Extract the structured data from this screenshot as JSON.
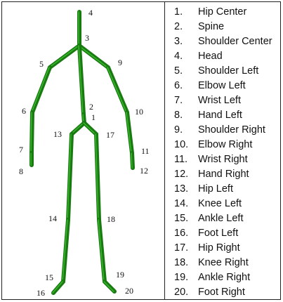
{
  "skeleton": {
    "color": "#1a7a12",
    "highlight": "#36b82a",
    "joint_labels": [
      "4",
      "3",
      "5",
      "9",
      "6",
      "10",
      "2",
      "1",
      "13",
      "17",
      "7",
      "11",
      "8",
      "12",
      "14",
      "18",
      "15",
      "19",
      "16",
      "20"
    ]
  },
  "joints": [
    {
      "index": "1.",
      "name": "Hip Center"
    },
    {
      "index": "2.",
      "name": "Spine"
    },
    {
      "index": "3.",
      "name": "Shoulder Center"
    },
    {
      "index": "4.",
      "name": "Head"
    },
    {
      "index": "5.",
      "name": "Shoulder Left"
    },
    {
      "index": "6.",
      "name": "Elbow Left"
    },
    {
      "index": "7.",
      "name": "Wrist Left"
    },
    {
      "index": "8.",
      "name": "Hand Left"
    },
    {
      "index": "9.",
      "name": "Shoulder Right"
    },
    {
      "index": "10.",
      "name": "Elbow Right"
    },
    {
      "index": "11.",
      "name": "Wrist Right"
    },
    {
      "index": "12.",
      "name": "Hand Right"
    },
    {
      "index": "13.",
      "name": "Hip Left"
    },
    {
      "index": "14.",
      "name": "Knee Left"
    },
    {
      "index": "15.",
      "name": "Ankle Left"
    },
    {
      "index": "16.",
      "name": "Foot Left"
    },
    {
      "index": "17.",
      "name": "Hip Right"
    },
    {
      "index": "18.",
      "name": "Knee Right"
    },
    {
      "index": "19.",
      "name": "Ankle Right"
    },
    {
      "index": "20.",
      "name": "Foot Right"
    }
  ]
}
